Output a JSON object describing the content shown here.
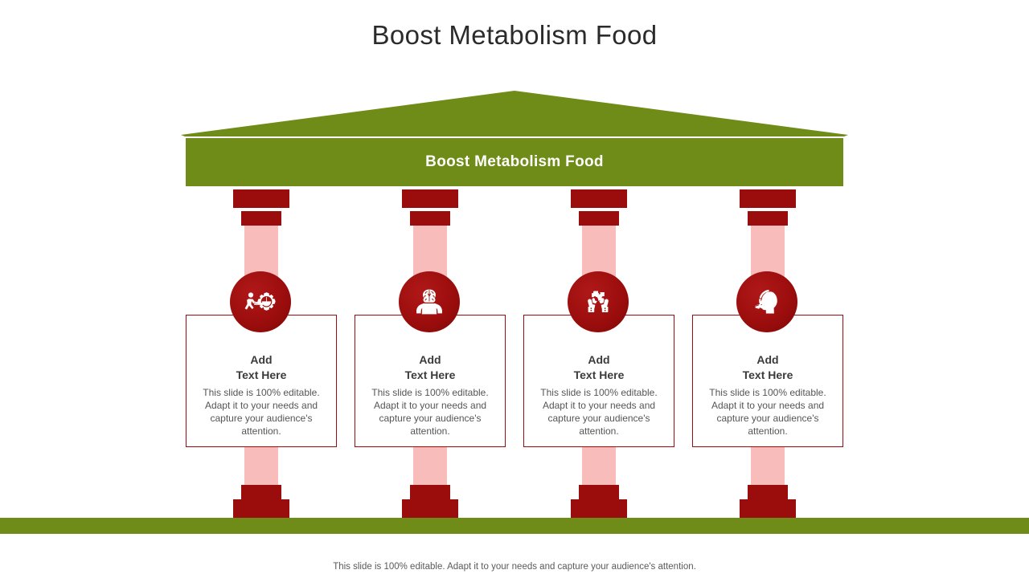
{
  "slide": {
    "title": "Boost Metabolism  Food",
    "banner_text": "Boost Metabolism  Food",
    "footer_note": "This slide is 100% editable. Adapt it to your needs and capture your audience's attention."
  },
  "colors": {
    "olive_green": "#6E8C17",
    "dark_red": "#9B0D0D",
    "pillar_pink": "#F8BDBA",
    "title_gray": "#2b2b2b",
    "body_gray": "#555555",
    "banner_text": "#ffffff"
  },
  "columns": [
    {
      "icon": "person-pulling-gear-icon",
      "heading_line1": "Add",
      "heading_line2": "Text Here",
      "body": "This slide is 100% editable. Adapt it to your needs and capture your audience's attention."
    },
    {
      "icon": "brain-muscle-icon",
      "heading_line1": "Add",
      "heading_line2": "Text Here",
      "body": "This slide is 100% editable. Adapt it to your needs and capture your audience's attention."
    },
    {
      "icon": "hands-puzzle-icon",
      "heading_line1": "Add",
      "heading_line2": "Text Here",
      "body": "This slide is 100% editable. Adapt it to your needs and capture your audience's attention."
    },
    {
      "icon": "head-heart-handshake-icon",
      "heading_line1": "Add",
      "heading_line2": "Text Here",
      "body": "This slide is 100% editable. Adapt it to your needs and capture your audience's attention."
    }
  ]
}
